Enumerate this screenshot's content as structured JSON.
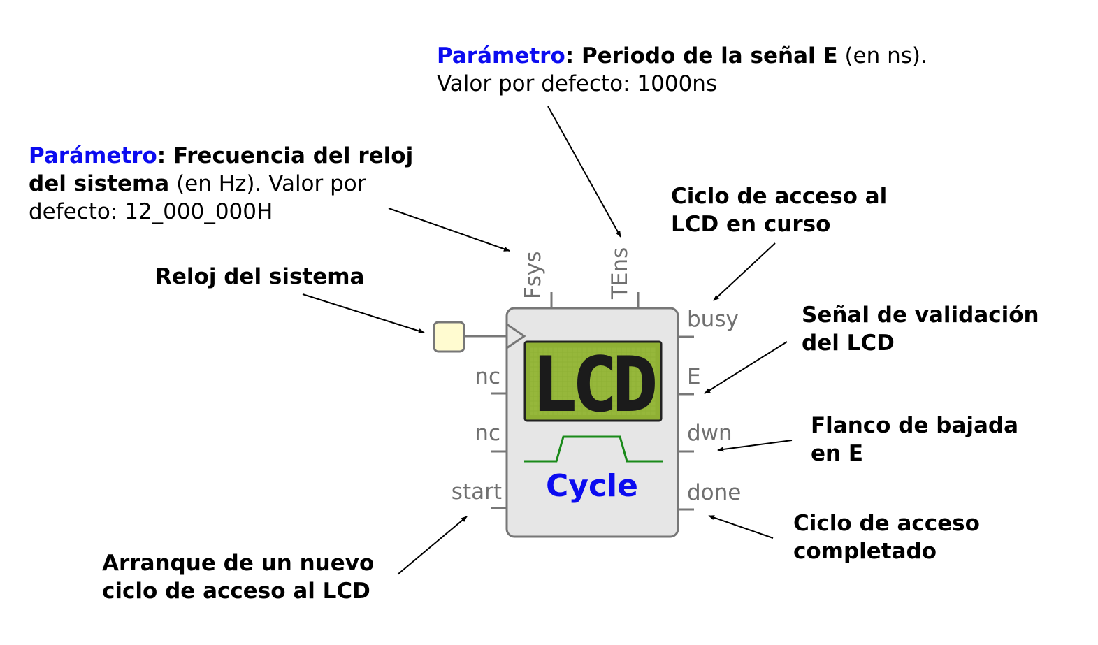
{
  "block": {
    "title": "Cycle",
    "display_text": "LCD",
    "params": [
      "Fsys",
      "TEns"
    ],
    "inputs": [
      "nc",
      "nc",
      "start"
    ],
    "outputs": [
      "busy",
      "E",
      "dwn",
      "done"
    ]
  },
  "annotations": {
    "param_ten": {
      "lead": "Parámetro",
      "bold": ": Periodo de la señal E",
      "normal": " (en ns).",
      "line2": "Valor por defecto: 1000ns"
    },
    "param_fsys": {
      "lead": "Parámetro",
      "bold1": ": Frecuencia del reloj",
      "bold2": "del sistema",
      "normal2": " (en Hz). Valor por",
      "line3": "defecto: 12_000_000H"
    },
    "clock": "Reloj del sistema",
    "busy": [
      "Ciclo de acceso al",
      "LCD en curso"
    ],
    "e": [
      "Señal de validación",
      "del LCD"
    ],
    "dwn": [
      "Flanco de bajada",
      "en E"
    ],
    "done": [
      "Ciclo de acceso",
      "completado"
    ],
    "start": [
      "Arranque de un nuevo",
      "ciclo de acceso al LCD"
    ]
  },
  "colors": {
    "param_label": "#0b0bf0",
    "title": "#0b0bf0",
    "lcd_screen": "#8fb034",
    "signal_wave": "#1a8a1a",
    "clock_input": "#fffbd0",
    "block_fill": "#e6e6e6",
    "pin_text": "#707070"
  }
}
